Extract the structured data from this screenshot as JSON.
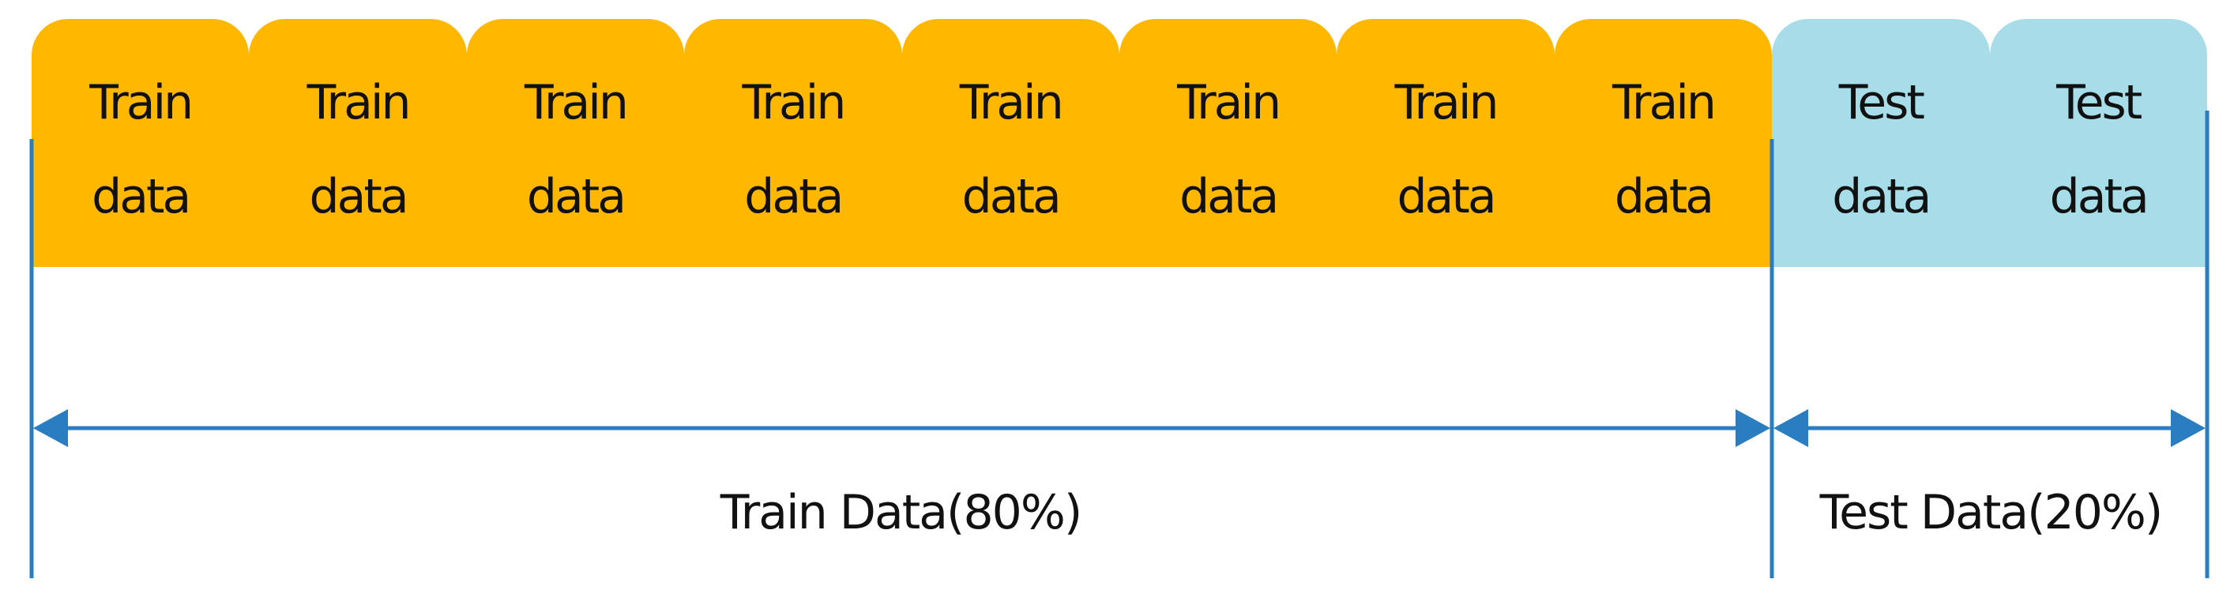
{
  "colors": {
    "train": "#FFB700",
    "test": "#A6DDE9",
    "arrow": "#2A7DC0",
    "text": "#111111"
  },
  "blocks": [
    {
      "kind": "train",
      "line1": "Train",
      "line2": "data"
    },
    {
      "kind": "train",
      "line1": "Train",
      "line2": "data"
    },
    {
      "kind": "train",
      "line1": "Train",
      "line2": "data"
    },
    {
      "kind": "train",
      "line1": "Train",
      "line2": "data"
    },
    {
      "kind": "train",
      "line1": "Train",
      "line2": "data"
    },
    {
      "kind": "train",
      "line1": "Train",
      "line2": "data"
    },
    {
      "kind": "train",
      "line1": "Train",
      "line2": "data"
    },
    {
      "kind": "train",
      "line1": "Train",
      "line2": "data"
    },
    {
      "kind": "test",
      "line1": "Test",
      "line2": "data"
    },
    {
      "kind": "test",
      "line1": "Test",
      "line2": "data"
    }
  ],
  "spans": {
    "train_label": "Train Data(80%)",
    "test_label": "Test Data(20%)"
  }
}
